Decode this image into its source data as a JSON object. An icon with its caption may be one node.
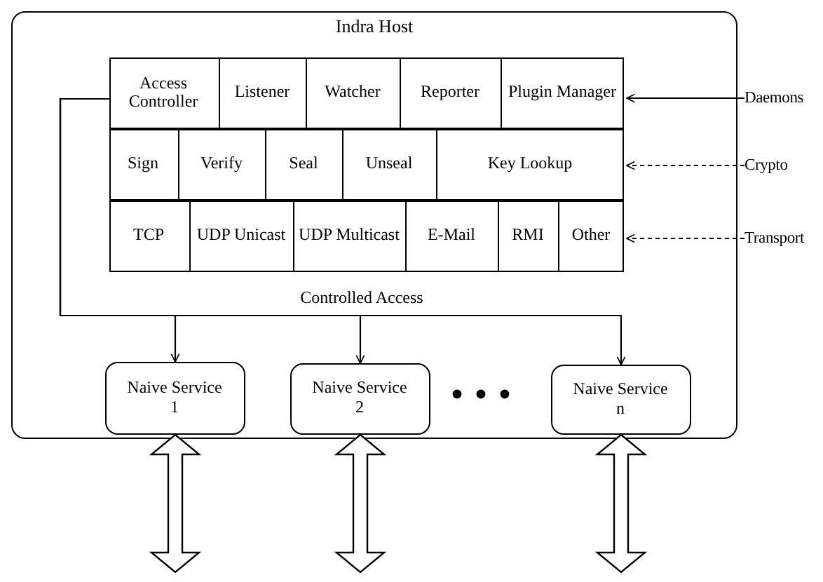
{
  "diagram": {
    "nodes": [
      {
        "text": [
          "Indra Host"
        ]
      },
      {
        "text": [],
        "shape": "box",
        "in": 0
      },
      {
        "text": [
          "Access Controller"
        ],
        "in": 1
      },
      {
        "text": [
          "Listener"
        ],
        "in": 1
      },
      {
        "text": [
          "Watcher"
        ],
        "in": 1
      },
      {
        "text": [
          "Reporter"
        ],
        "in": 1
      },
      {
        "text": [
          "Plugin Manager"
        ],
        "in": 1
      },
      {
        "text": [],
        "shape": "box",
        "in": 0
      },
      {
        "text": [
          "Sign"
        ],
        "in": 7
      },
      {
        "text": [
          "Verify"
        ],
        "in": 7
      },
      {
        "text": [
          "Seal"
        ],
        "in": 7
      },
      {
        "text": [
          "Unseal"
        ],
        "in": 7
      },
      {
        "text": [
          "Key Lookup"
        ],
        "in": 7
      },
      {
        "text": [],
        "shape": "box",
        "in": 0
      },
      {
        "text": [
          "TCP"
        ],
        "in": 13
      },
      {
        "text": [
          "UDP Unicast"
        ],
        "in": 13
      },
      {
        "text": [
          "UDP Multicast"
        ],
        "in": 13
      },
      {
        "text": [
          "E-Mail"
        ],
        "in": 13
      },
      {
        "text": [
          "RMI"
        ],
        "in": 13
      },
      {
        "text": [
          "Other"
        ],
        "in": 13
      },
      {
        "text": [
          "Daemons"
        ]
      },
      {
        "text": [
          "Crypto"
        ]
      },
      {
        "text": [
          "Transport"
        ]
      },
      {
        "text": [
          "Naive Service 1"
        ],
        "in": 0
      },
      {
        "text": [
          "Naive Service 2"
        ],
        "in": 0
      },
      {
        "text": [
          "Naive Service n"
        ],
        "in": 0
      }
    ],
    "edges": [
      {
        "from": 2,
        "to": 23,
        "arrow": "to"
      },
      {
        "from": 2,
        "to": 24,
        "arrow": "to"
      },
      {
        "from": 2,
        "to": 25,
        "arrow": "to"
      },
      {
        "from": 20,
        "to": 1,
        "arrow": "to"
      },
      {
        "from": 21,
        "to": 7,
        "arrow": "to",
        "style": "dashed"
      },
      {
        "from": 22,
        "to": 13,
        "arrow": "to",
        "style": "dashed"
      },
      {
        "from": 23,
        "to": null,
        "arrow": "both",
        "style": "thick"
      },
      {
        "from": 24,
        "to": null,
        "arrow": "both",
        "style": "thick"
      },
      {
        "from": 25,
        "to": null,
        "arrow": "both",
        "style": "thick"
      }
    ],
    "labels": [
      "Controlled Access"
    ]
  }
}
